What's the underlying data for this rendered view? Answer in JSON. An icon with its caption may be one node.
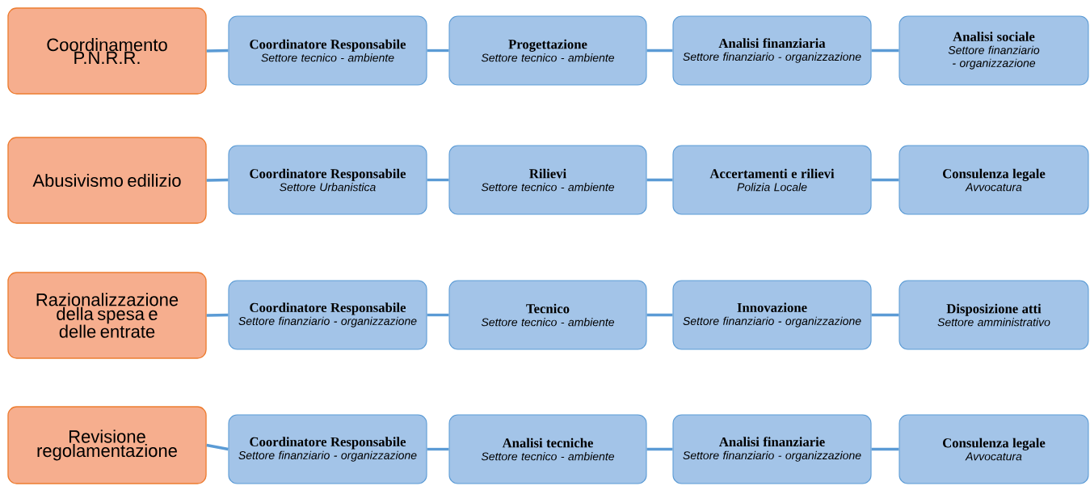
{
  "diagram": {
    "nodes": [
      {
        "text": [
          "Coordinamento P.N.R.R."
        ]
      },
      {
        "text": [
          "Coordinatore Responsabile",
          "Settore tecnico - ambiente"
        ]
      },
      {
        "text": [
          "Progettazione",
          "Settore tecnico - ambiente"
        ]
      },
      {
        "text": [
          "Analisi finanziaria",
          "Settore finanziario - organizzazione"
        ]
      },
      {
        "text": [
          "Analisi sociale",
          "Settore finanziario - organizzazione"
        ]
      },
      {
        "text": [
          "Abusivismo edilizio"
        ]
      },
      {
        "text": [
          "Coordinatore Responsabile",
          "Settore Urbanistica"
        ]
      },
      {
        "text": [
          "Rilievi",
          "Settore tecnico - ambiente"
        ]
      },
      {
        "text": [
          "Accertamenti e rilievi",
          "Polizia Locale"
        ]
      },
      {
        "text": [
          "Consulenza legale",
          "Avvocatura"
        ]
      },
      {
        "text": [
          "Razionalizzazione della spesa e delle entrate"
        ]
      },
      {
        "text": [
          "Coordinatore Responsabile",
          "Settore finanziario - organizzazione"
        ]
      },
      {
        "text": [
          "Tecnico",
          "Settore tecnico - ambiente"
        ]
      },
      {
        "text": [
          "Innovazione",
          "Settore finanziario - organizzazione"
        ]
      },
      {
        "text": [
          "Disposizione atti",
          "Settore amministrativo"
        ]
      },
      {
        "text": [
          "Revisione regolamentazione"
        ]
      },
      {
        "text": [
          "Coordinatore Responsabile",
          "Settore finanziario - organizzazione"
        ]
      },
      {
        "text": [
          "Analisi tecniche",
          "Settore tecnico - ambiente"
        ]
      },
      {
        "text": [
          "Analisi finanziarie",
          "Settore finanziario - organizzazione"
        ]
      },
      {
        "text": [
          "Consulenza legale",
          "Avvocatura"
        ]
      }
    ],
    "edges": [
      {
        "from": 0,
        "to": 1,
        "arrow": "none"
      },
      {
        "from": 1,
        "to": 2,
        "arrow": "none"
      },
      {
        "from": 2,
        "to": 3,
        "arrow": "none"
      },
      {
        "from": 3,
        "to": 4,
        "arrow": "none"
      },
      {
        "from": 5,
        "to": 6,
        "arrow": "none"
      },
      {
        "from": 6,
        "to": 7,
        "arrow": "none"
      },
      {
        "from": 7,
        "to": 8,
        "arrow": "none"
      },
      {
        "from": 8,
        "to": 9,
        "arrow": "none"
      },
      {
        "from": 10,
        "to": 11,
        "arrow": "none"
      },
      {
        "from": 11,
        "to": 12,
        "arrow": "none"
      },
      {
        "from": 12,
        "to": 13,
        "arrow": "none"
      },
      {
        "from": 13,
        "to": 14,
        "arrow": "none"
      },
      {
        "from": 15,
        "to": 16,
        "arrow": "none"
      },
      {
        "from": 16,
        "to": 17,
        "arrow": "none"
      },
      {
        "from": 17,
        "to": 18,
        "arrow": "none"
      },
      {
        "from": 18,
        "to": 19,
        "arrow": "none"
      }
    ]
  }
}
